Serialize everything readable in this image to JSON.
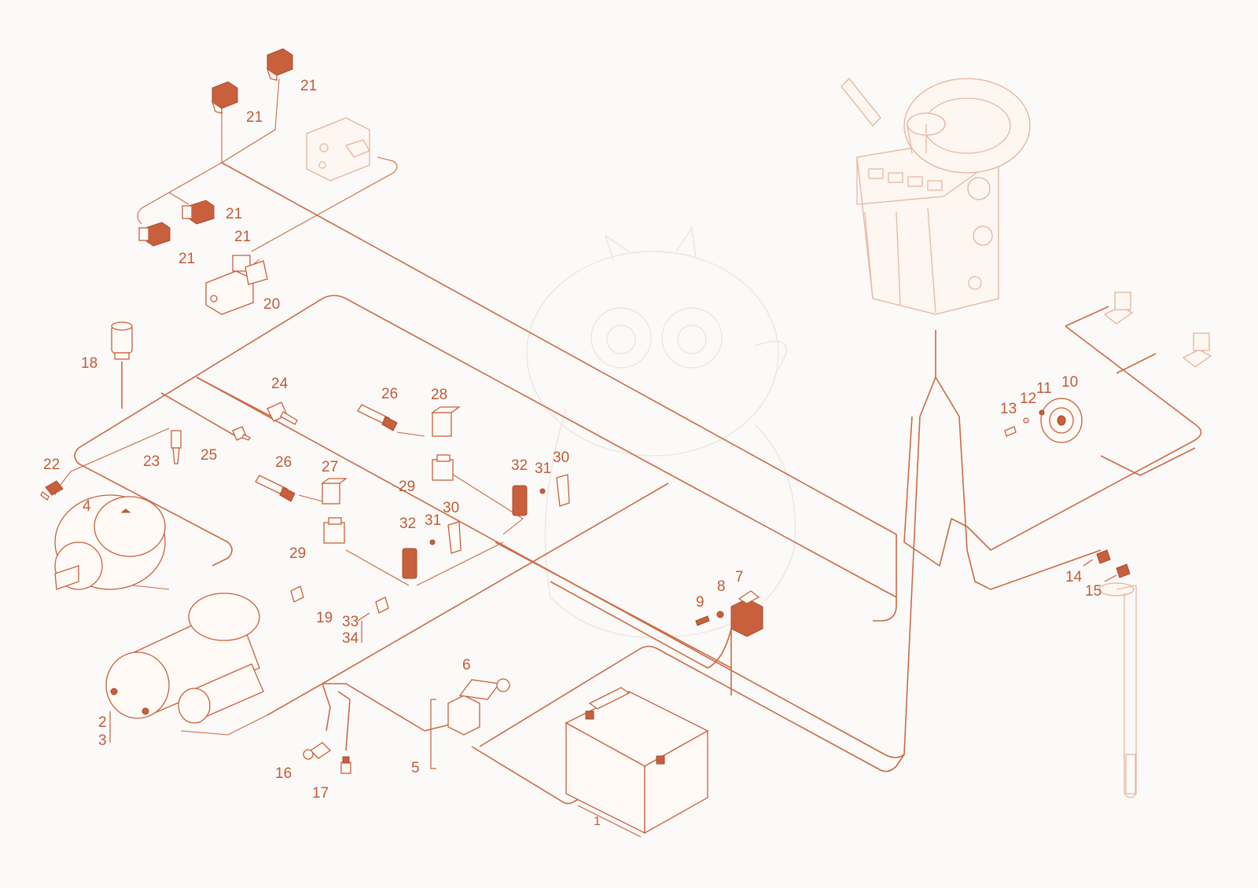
{
  "diagram": {
    "accent_color": "#c9603d",
    "ghost_color": "#e7b8a3",
    "callouts": {
      "c1": "1",
      "c2": "2",
      "c3": "3",
      "c4": "4",
      "c5": "5",
      "c6": "6",
      "c7": "7",
      "c8": "8",
      "c9": "9",
      "c10": "10",
      "c11": "11",
      "c12": "12",
      "c13": "13",
      "c14": "14",
      "c15": "15",
      "c16": "16",
      "c17": "17",
      "c18": "18",
      "c19": "19",
      "c20": "20",
      "c21a": "21",
      "c21b": "21",
      "c21c": "21",
      "c21d": "21",
      "c21e": "21",
      "c22": "22",
      "c23": "23",
      "c24": "24",
      "c25": "25",
      "c26a": "26",
      "c26b": "26",
      "c27": "27",
      "c28": "28",
      "c29a": "29",
      "c29b": "29",
      "c30a": "30",
      "c30b": "30",
      "c31a": "31",
      "c31b": "31",
      "c32a": "32",
      "c32b": "32",
      "c33": "33",
      "c34": "34"
    }
  }
}
